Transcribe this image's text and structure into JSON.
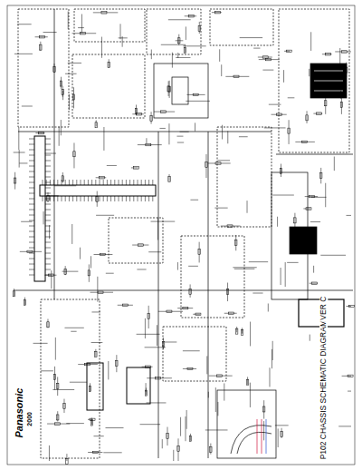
{
  "diagram": {
    "title": "P102 CHASSIS SCHEMATIC DIAGRAM",
    "labels": [
      "Panasonic",
      "2000",
      "VER C"
    ]
  }
}
